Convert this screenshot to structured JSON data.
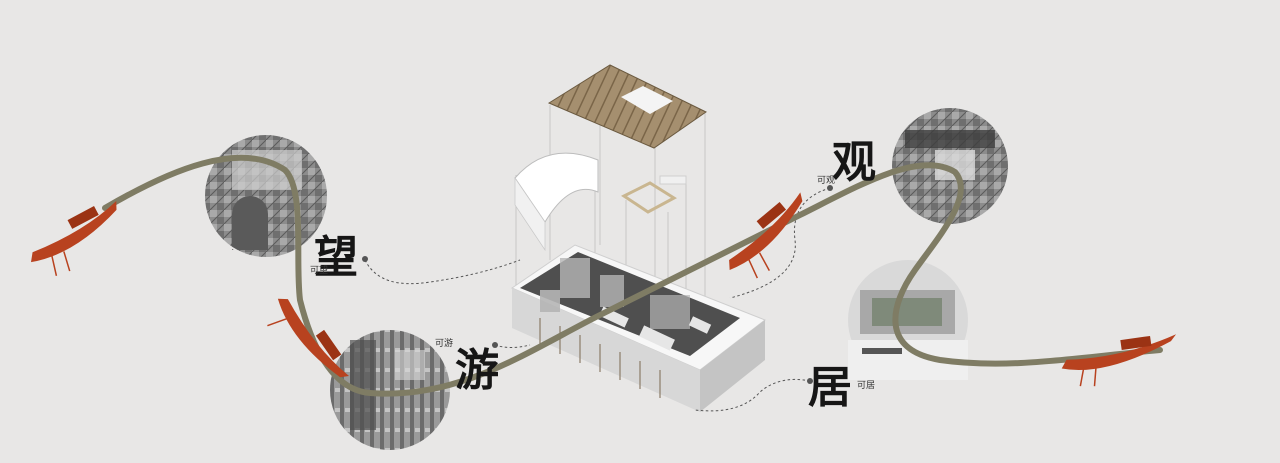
{
  "labels": {
    "wang": {
      "big": "望",
      "small": "可望"
    },
    "you": {
      "big": "游",
      "small": "可游"
    },
    "guan": {
      "big": "观",
      "small": "可观"
    },
    "ju": {
      "big": "居",
      "small": "可居"
    }
  },
  "colors": {
    "background": "#e8e7e6",
    "path": "#7f7c64",
    "boat": "#b8421f",
    "leader": "#555555"
  }
}
